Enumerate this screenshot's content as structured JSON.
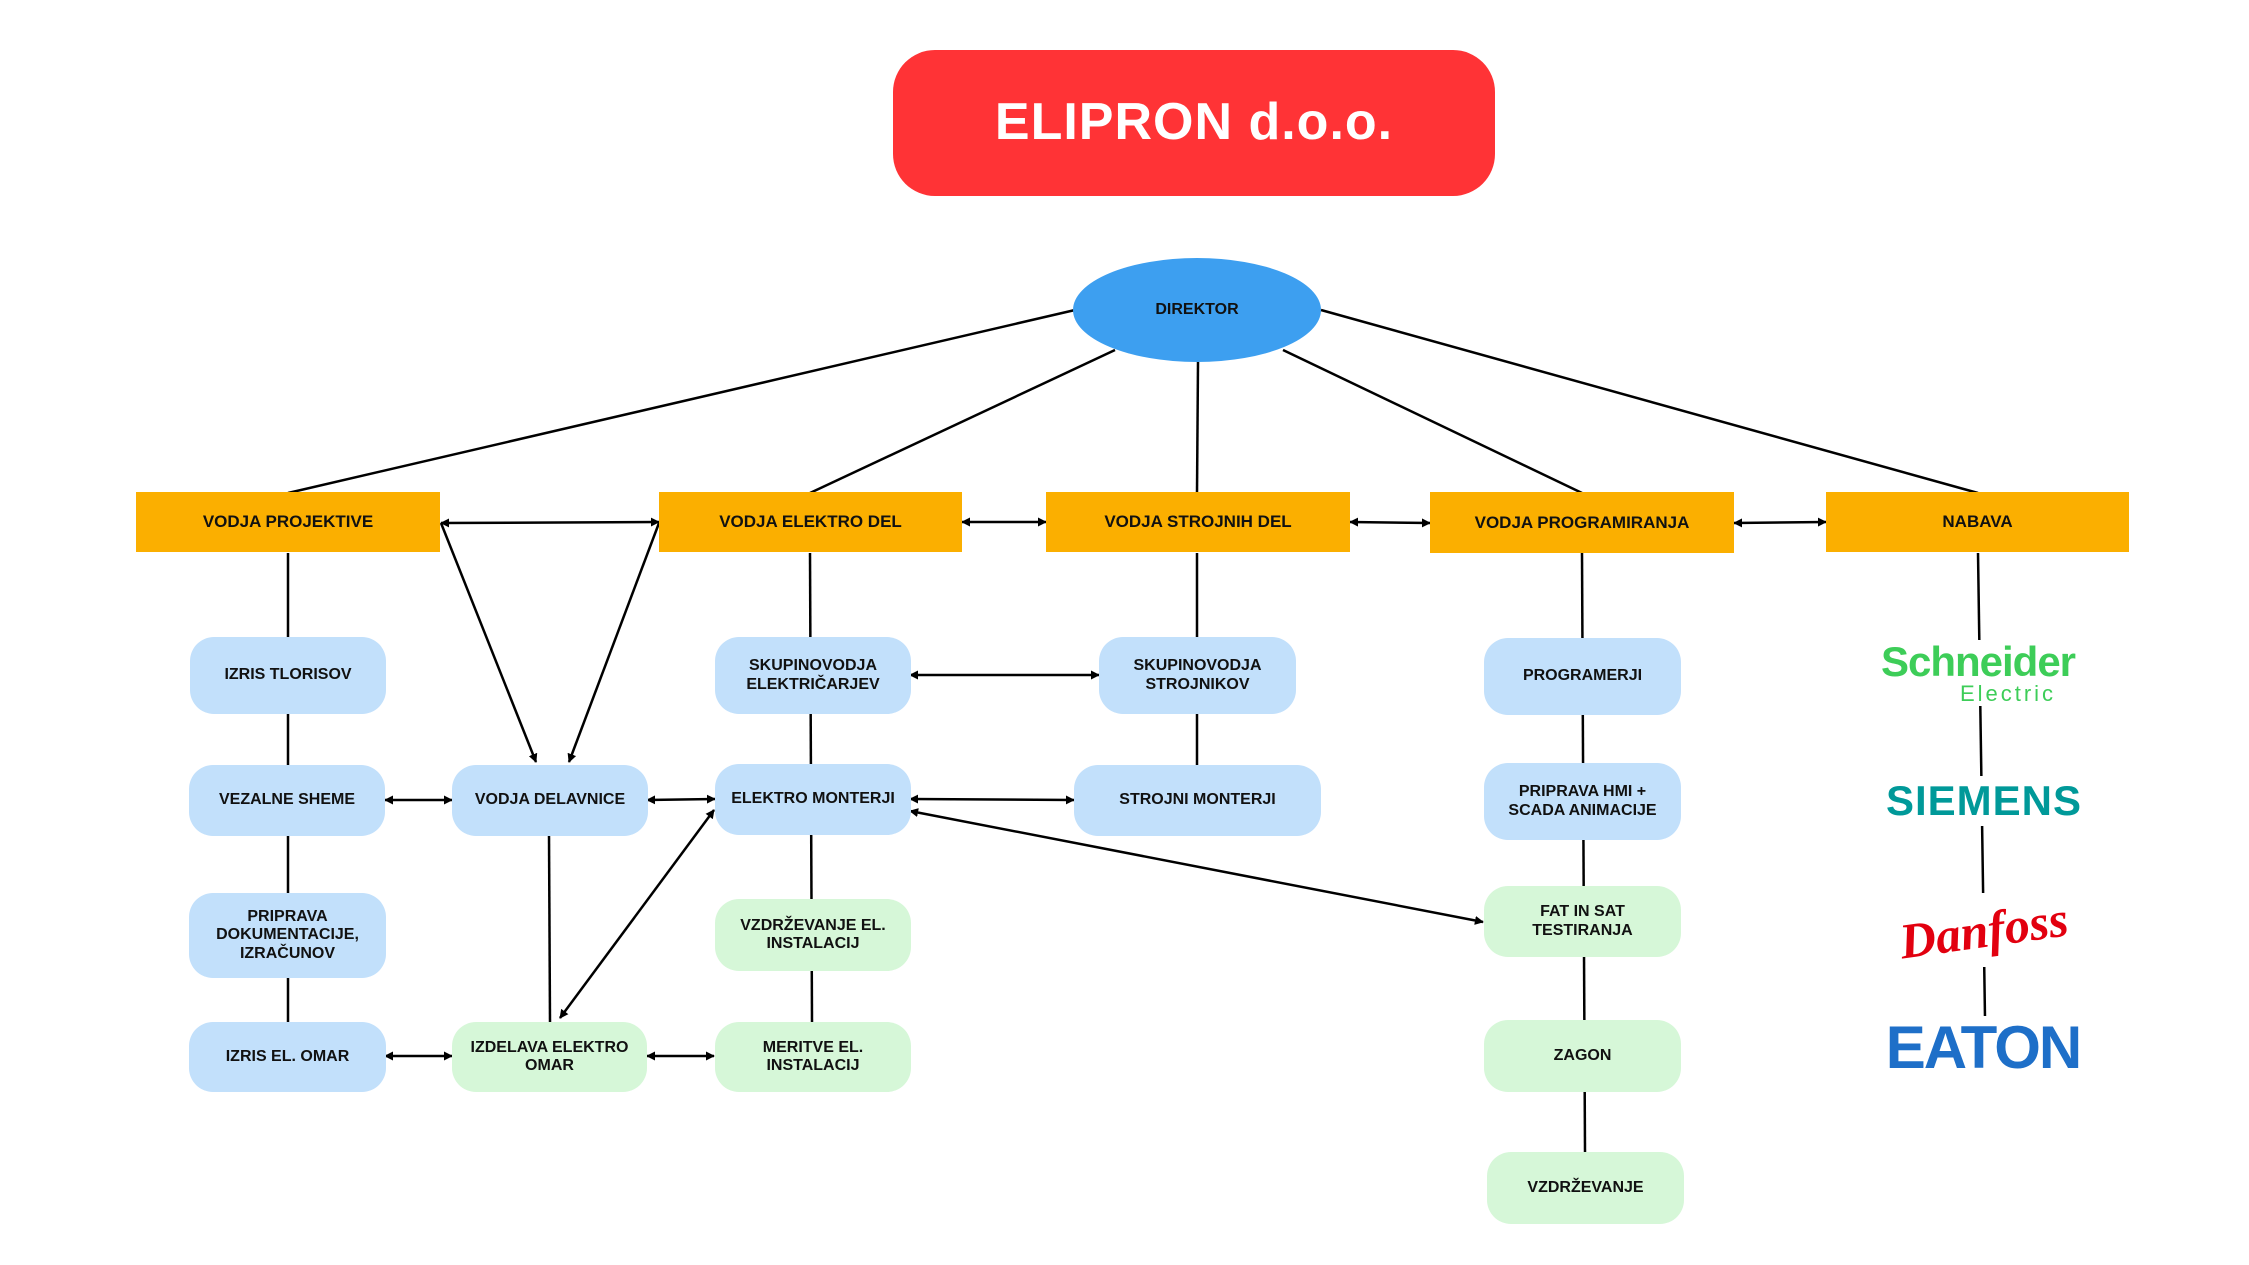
{
  "title": "ELIPRON d.o.o.",
  "director": "DIREKTOR",
  "departments": {
    "projektiva": "VODJA PROJEKTIVE",
    "elektro": "VODJA ELEKTRO DEL",
    "strojni": "VODJA STROJNIH DEL",
    "programiranje": "VODJA PROGRAMIRANJA",
    "nabava": "NABAVA"
  },
  "projektiva_items": {
    "izris_tlorisov": "IZRIS TLORISOV",
    "vezalne_sheme": "VEZALNE SHEME",
    "priprava_dokumentacije": "PRIPRAVA DOKUMENTACIJE, IZRAČUNOV",
    "izris_el_omar": "IZRIS EL. OMAR"
  },
  "delavnica_items": {
    "vodja_delavnice": "VODJA DELAVNICE",
    "izdelava_elektro_omar": "IZDELAVA ELEKTRO OMAR"
  },
  "elektro_items": {
    "skupinovodja_elektricarjev": "SKUPINOVODJA ELEKTRIČARJEV",
    "elektro_monterji": "ELEKTRO MONTERJI",
    "vzdrzevanje_el_instalacij": "VZDRŽEVANJE EL. INSTALACIJ",
    "meritve_el_instalacij": "MERITVE EL. INSTALACIJ"
  },
  "strojni_items": {
    "skupinovodja_strojnikov": "SKUPINOVODJA STROJNIKOV",
    "strojni_monterji": "STROJNI MONTERJI"
  },
  "programiranje_items": {
    "programerji": "PROGRAMERJI",
    "priprava_hmi": "PRIPRAVA HMI + SCADA ANIMACIJE",
    "fat_sat": "FAT IN SAT TESTIRANJA",
    "zagon": "ZAGON",
    "vzdrzevanje": "VZDRŽEVANJE"
  },
  "suppliers": {
    "schneider_main": "Schneider",
    "schneider_sub": "Electric",
    "siemens": "SIEMENS",
    "danfoss": "Danfoss",
    "eaton": "EATON"
  },
  "colors": {
    "title_bg": "#ff3336",
    "director_bg": "#3d9ff0",
    "department_bg": "#fbaf00",
    "blue_node": "#c2e0fb",
    "green_node": "#d6f7d8",
    "schneider": "#3dcd58",
    "siemens": "#009999",
    "danfoss": "#e2000f",
    "eaton": "#1e6fc8"
  }
}
